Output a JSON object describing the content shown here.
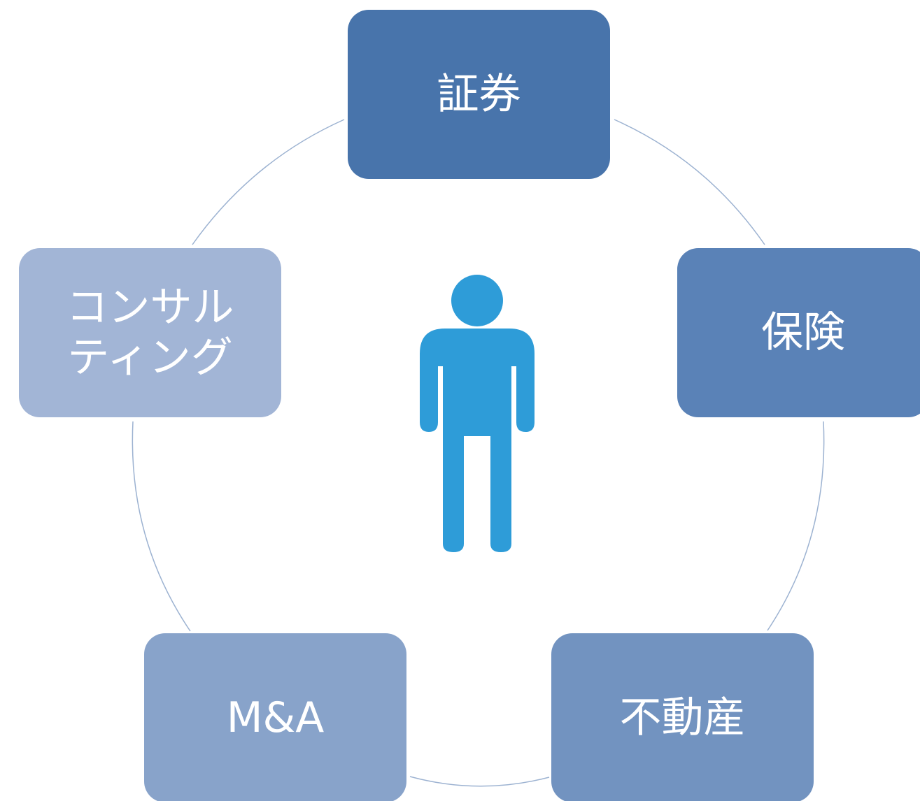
{
  "nodes": [
    {
      "label": "証券",
      "color": "#4874ab"
    },
    {
      "label": "保険",
      "color": "#5a82b7"
    },
    {
      "label": "不動産",
      "color": "#7293c0"
    },
    {
      "label": "M&A",
      "color": "#88a3ca"
    },
    {
      "label": "コンサル\nティング",
      "color": "#a2b5d6"
    }
  ],
  "center_icon": {
    "name": "person-icon",
    "color": "#2e9cd8"
  },
  "ring_color": "#9cb2d1"
}
